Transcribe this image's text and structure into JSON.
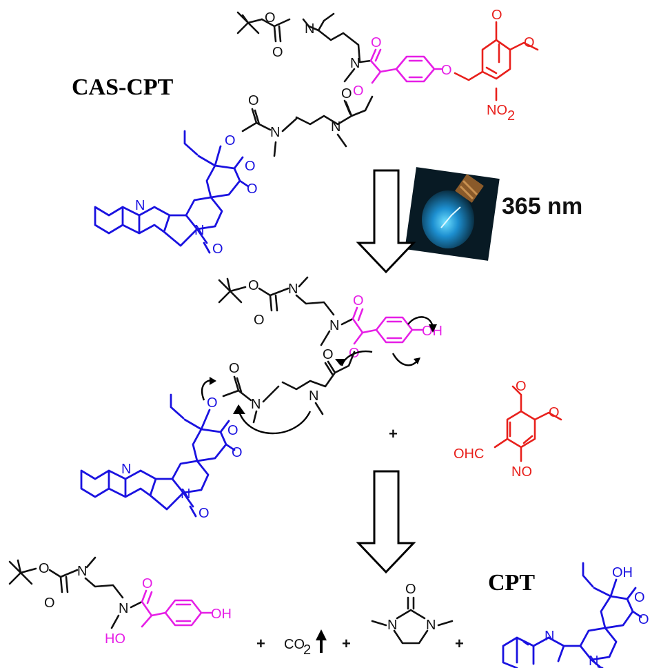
{
  "labels": {
    "cas_cpt": "CAS-CPT",
    "cpt": "CPT",
    "wavelength": "365 nm"
  },
  "atoms": {
    "o": "O",
    "n": "N",
    "oh": "OH",
    "ho": "HO",
    "no2_n": "NO",
    "no2_sub": "2",
    "no": "NO",
    "ohc": "OHC",
    "co2_c": "CO",
    "co2_sub": "2"
  },
  "operators": {
    "plus": "+"
  },
  "colors": {
    "black": "#111111",
    "magenta": "#e61ee6",
    "red": "#e8201c",
    "blue": "#1a12e0"
  }
}
